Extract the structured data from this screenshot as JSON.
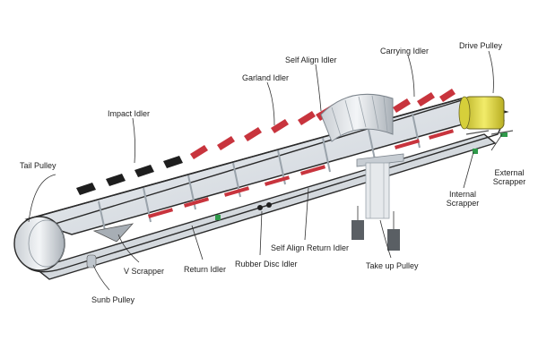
{
  "labels": {
    "tail_pulley": "Tail Pulley",
    "impact_idler": "Impact Idler",
    "garland_idler": "Garland Idler",
    "self_align_idler": "Self Align Idler",
    "carrying_idler": "Carrying Idler",
    "drive_pulley": "Drive Pulley",
    "external_scrapper": "External Scrapper",
    "internal_scrapper": "Internal Scrapper",
    "take_up_pulley": "Take up Pulley",
    "self_align_return_idler": "Self Align Return Idler",
    "rubber_disc_idler": "Rubber Disc Idler",
    "return_idler": "Return Idler",
    "v_scrapper": "V Scrapper",
    "snub_pulley": "Sunb Pulley"
  },
  "colors": {
    "belt_outline": "#2a2a2a",
    "belt_fill": "#d9dee3",
    "frame": "#9aa3ab",
    "idler_red": "#c8343d",
    "idler_black": "#1e1e1e",
    "drive_yellow": "#e4dc3a",
    "green_part": "#2f9a4a",
    "leader": "#333333"
  }
}
